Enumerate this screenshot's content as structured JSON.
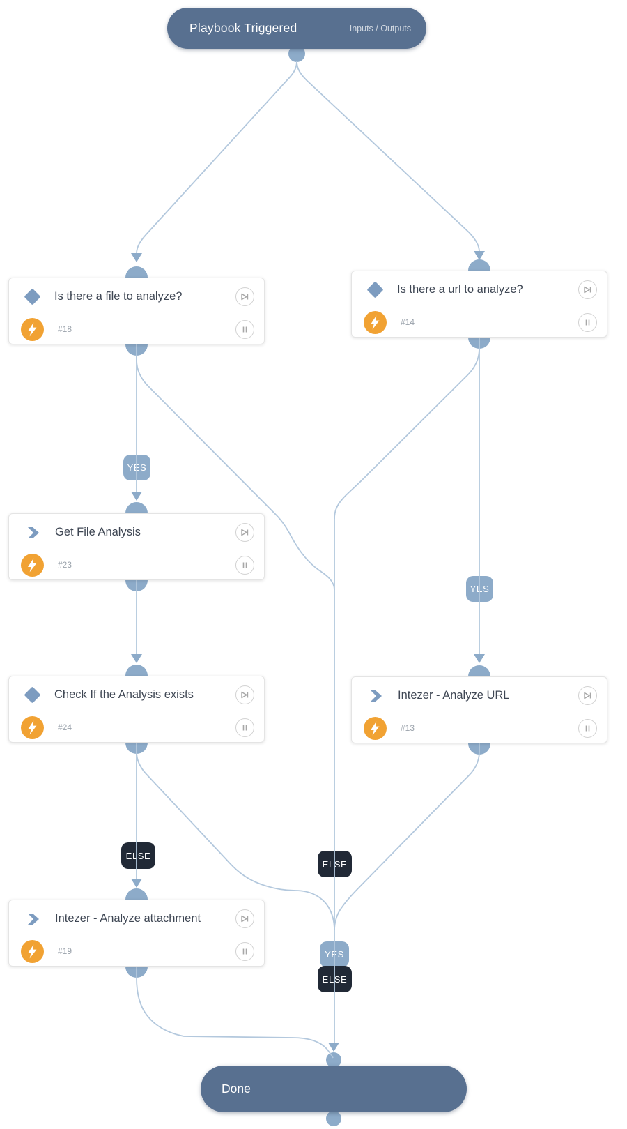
{
  "header": {
    "title": "Playbook Triggered",
    "io_link": "Inputs / Outputs"
  },
  "nodes": [
    {
      "title": "Is there a file to analyze?",
      "id": "#18",
      "type": "condition"
    },
    {
      "title": "Is there a url to analyze?",
      "id": "#14",
      "type": "condition"
    },
    {
      "title": "Get File Analysis",
      "id": "#23",
      "type": "task"
    },
    {
      "title": "Check If the Analysis exists",
      "id": "#24",
      "type": "condition"
    },
    {
      "title": "Intezer - Analyze URL",
      "id": "#13",
      "type": "task"
    },
    {
      "title": "Intezer - Analyze attachment",
      "id": "#19",
      "type": "task"
    }
  ],
  "branch_labels": {
    "file_yes": "YES",
    "url_yes": "YES",
    "check_else": "ELSE",
    "center_else": "ELSE",
    "center_yes": "YES",
    "center_else_2": "ELSE"
  },
  "terminal": {
    "label": "Done"
  },
  "colors": {
    "pill": "#587090",
    "connector": "#8dabc9",
    "edge": "#b3c8dd",
    "yes_chip": "#8dabc9",
    "else_chip": "#212936",
    "node_icon_blue": "#7d9cc0",
    "bolt_orange": "#f1a233",
    "title_text": "#3f4754"
  }
}
